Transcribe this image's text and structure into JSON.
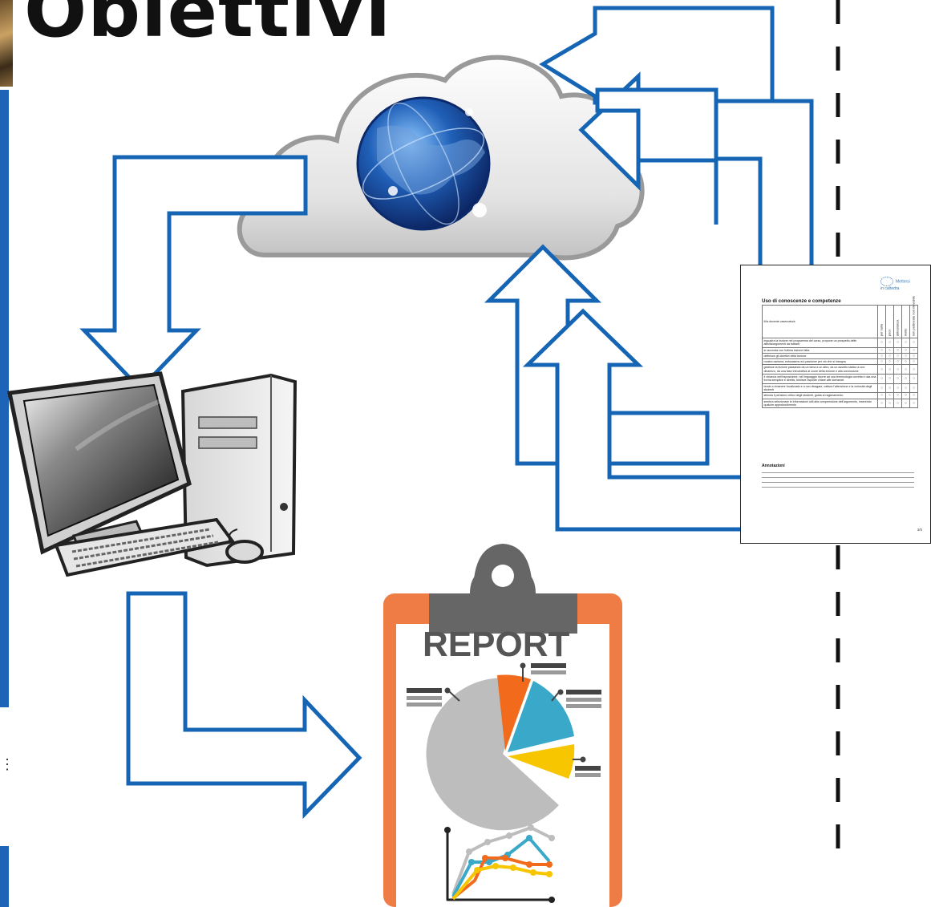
{
  "title": "Obiettivi",
  "report": {
    "label": "REPORT"
  },
  "document": {
    "logo_text": "Mettersi in cattedra",
    "heading": "Uso di conoscenze e competenze",
    "header_intro": "Il/la docente osservato/a",
    "columns": [
      "per nulla",
      "poco",
      "abbastanza",
      "molto",
      "non pertinente non rilevabile"
    ],
    "rows": [
      "inquadra la lezione nel programma del corso, propone un prospetto delle attività/argomenti da trattare",
      "si raccorda con l'ultima lezione fatta",
      "definisce gli obiettivi della lezione",
      "mostra carisma, entusiasmo e/o passione per ciò che si insegna",
      "gestisce la lezione passando da un tema a un altro, da un assetto statico a uno dinamico, da una fase introduttiva al cuore della lezione e alla conclusione",
      "è chiaro/a nell'esposizione, nel linguaggio ricorre ad una terminologia corretta e usa una forma semplice e diretta, fornisce risposte chiare alle domande",
      "tende a rimanere focalizzato e a non divagare, cattura l'attenzione e la curiosità degli studenti",
      "stimola il pensiero critico degli studenti, guida al ragionamento",
      "sembra selezionare le informazioni utili alla comprensione dell'argomento, inserendo qualche approfondimento"
    ],
    "notes_label": "Annotazioni",
    "page_number": "3/5"
  },
  "colors": {
    "arrow_stroke": "#1565b4",
    "clipboard": "#ef7b45",
    "clip_dark": "#666666",
    "pie_gray": "#bdbdbd",
    "pie_orange": "#f26a1b",
    "pie_blue": "#3aa9c9",
    "pie_yellow": "#f7c600",
    "side_band": "#1d63b8"
  }
}
